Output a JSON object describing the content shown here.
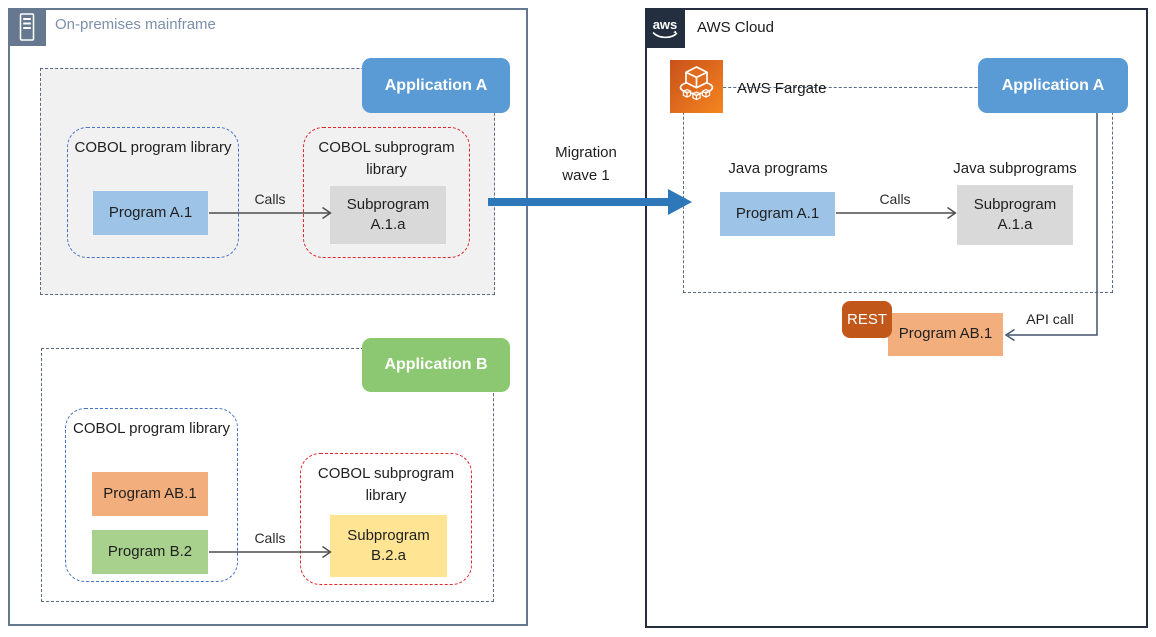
{
  "colors": {
    "container-slate": "#66788F",
    "onprem-title": "#7C90AA",
    "group-dash": "#5A6A84",
    "group-fill": "#F1F1F2",
    "app-a-blue": "#5B9BD5",
    "app-b-green": "#8CC871",
    "lib-dash-blue": "#4472C4",
    "lib-dash-red": "#E0262A",
    "program-blue": "#9DC3E6",
    "program-orange": "#F2AF7D",
    "program-green": "#A9D18E",
    "subprogram-gray": "#D9D9D9",
    "subprogram-yellow": "#FFE593",
    "rest-orange": "#C2571A",
    "aws-navy": "#232F3E",
    "fargate-orange-1": "#C8511B",
    "fargate-orange-2": "#F5851F",
    "migration-blue": "#2E77B8",
    "connector-dark": "#44546A",
    "calls-gray": "#4D4D4D"
  },
  "icons": {
    "onprem": "mainframe-icon",
    "aws": "aws-logo-icon",
    "fargate": "fargate-icon"
  },
  "onprem": {
    "title": "On-premises mainframe",
    "app_a": {
      "label": "Application A",
      "program_library": {
        "title": "COBOL program library",
        "program": "Program A.1"
      },
      "calls": "Calls",
      "subprogram_library": {
        "title": "COBOL subprogram library",
        "subprogram": "Subprogram A.1.a"
      }
    },
    "app_b": {
      "label": "Application B",
      "program_library": {
        "title": "COBOL program library",
        "programs": [
          "Program AB.1",
          "Program B.2"
        ]
      },
      "calls": "Calls",
      "subprogram_library": {
        "title": "COBOL subprogram library",
        "subprogram": "Subprogram B.2.a"
      }
    }
  },
  "migration": {
    "label": "Migration wave 1"
  },
  "aws": {
    "title": "AWS Cloud",
    "fargate": {
      "label": "AWS Fargate",
      "app_label": "Application A",
      "programs_title": "Java programs",
      "program": "Program A.1",
      "calls": "Calls",
      "subprograms_title": "Java subprograms",
      "subprogram": "Subprogram A.1.a"
    },
    "rest": "REST",
    "program": "Program AB.1",
    "api_call": "API call"
  }
}
